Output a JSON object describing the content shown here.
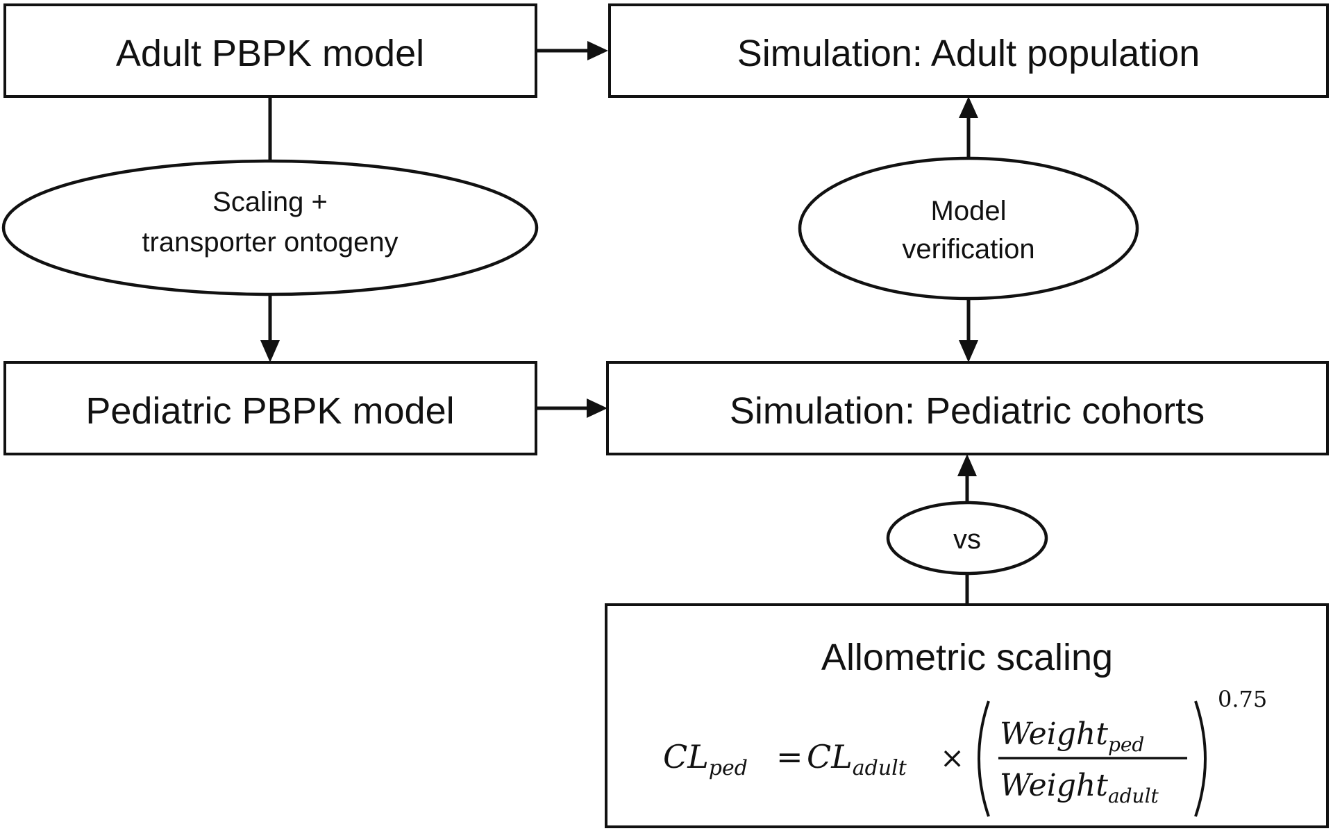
{
  "boxes": {
    "adult_pbpk": "Adult PBPK model",
    "sim_adult": "Simulation: Adult population",
    "pediatric_pbpk": "Pediatric PBPK model",
    "sim_pediatric": "Simulation: Pediatric cohorts",
    "allometric": "Allometric scaling"
  },
  "ellipses": {
    "scaling_line1": "Scaling +",
    "scaling_line2": "transporter ontogeny",
    "verification_line1": "Model",
    "verification_line2": "verification",
    "vs": "vs"
  },
  "formula": {
    "cl": "CL",
    "sub_ped": "ped",
    "equals": "=",
    "sub_adult": "adult",
    "times": "×",
    "weight": "Weight",
    "exponent": "0.75"
  }
}
